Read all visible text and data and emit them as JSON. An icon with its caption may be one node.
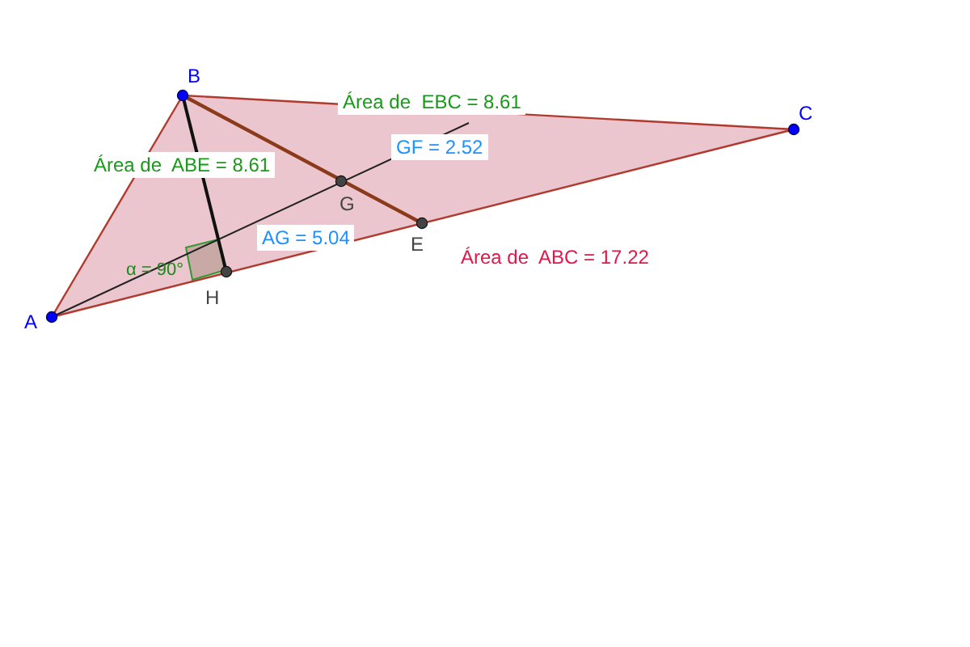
{
  "diagram": {
    "labels": [
      "B",
      "Área de  EBC = 8.61",
      "C",
      "Área de  ABE = 8.61",
      "GF = 2.52",
      "G",
      "E",
      "AG = 5.04",
      "Área de  ABC = 17.22",
      "α = 90°",
      "H",
      "A"
    ]
  }
}
